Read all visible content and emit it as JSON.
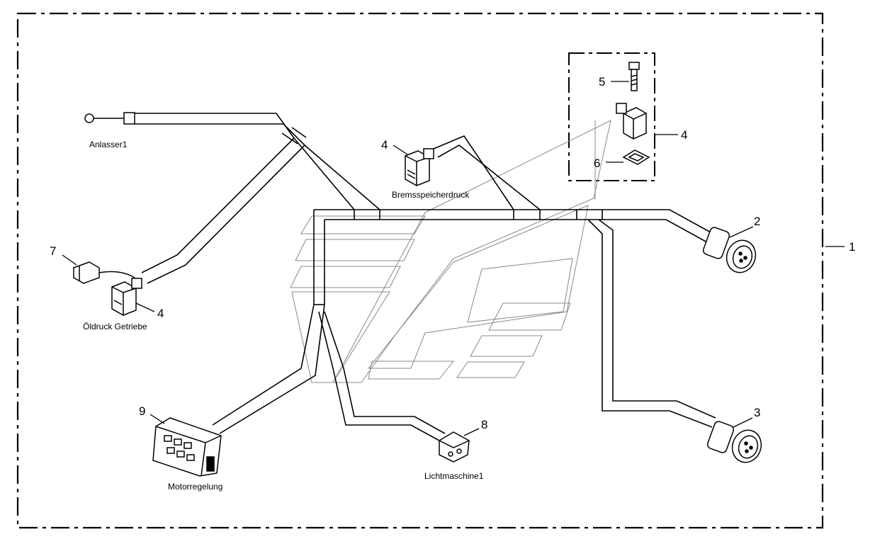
{
  "diagram": {
    "labels": {
      "anlasser": "Anlasser1",
      "bremsspeicherdruck": "Bremsspeicherdruck",
      "oeldruck": "Öldruck Getriebe",
      "motorregelung": "Motorregelung",
      "lichtmaschine": "Lichtmaschine1"
    },
    "callouts": {
      "c1": "1",
      "c2": "2",
      "c3": "3",
      "c4_brems": "4",
      "c4_oel": "4",
      "c4_detail": "4",
      "c5": "5",
      "c6": "6",
      "c7": "7",
      "c8": "8",
      "c9": "9"
    },
    "icons": {
      "round-connector": "round-connector-icon",
      "valve-plug": "valve-plug-icon",
      "ring-terminal": "ring-terminal-icon",
      "bolt": "bolt-icon",
      "gasket": "gasket-icon",
      "ecu-plug": "ecu-connector-icon",
      "sensor-plug": "sensor-plug-icon"
    },
    "colors": {
      "line": "#000000",
      "background": "#ffffff",
      "watermark": "#7a7a7a"
    }
  }
}
